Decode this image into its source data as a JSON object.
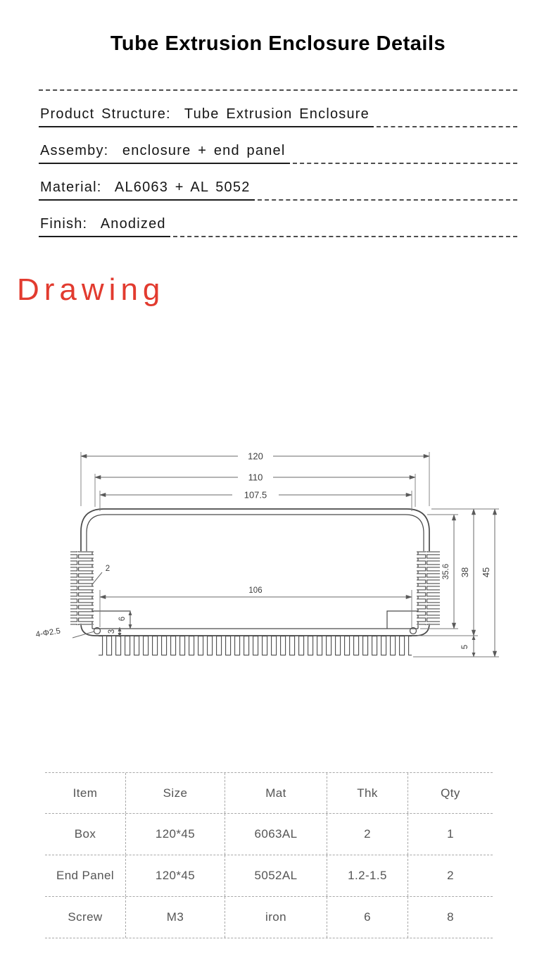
{
  "page": {
    "title": "Tube Extrusion Enclosure Details"
  },
  "specs": {
    "rows": [
      "Product Structure:  Tube Extrusion Enclosure",
      "Assemby:  enclosure + end panel",
      "Material:  AL6063 + AL 5052",
      "Finish:  Anodized"
    ]
  },
  "drawing": {
    "heading": "Drawing",
    "accent_color": "#e23b2f",
    "dims": {
      "overall_width": "120",
      "shoulder_width": "110",
      "groove_width": "107.5",
      "cavity_width": "106",
      "wall_thickness": "2",
      "cavity_height": "35.6",
      "inner_height": "38",
      "overall_height": "45",
      "fin_height": "5",
      "base_thickness": "3",
      "boss_height": "6",
      "hole_note": "4-Φ2.5"
    }
  },
  "table": {
    "headers": [
      "Item",
      "Size",
      "Mat",
      "Thk",
      "Qty"
    ],
    "rows": [
      [
        "Box",
        "120*45",
        "6063AL",
        "2",
        "1"
      ],
      [
        "End Panel",
        "120*45",
        "5052AL",
        "1.2-1.5",
        "2"
      ],
      [
        "Screw",
        "M3",
        "iron",
        "6",
        "8"
      ]
    ]
  }
}
